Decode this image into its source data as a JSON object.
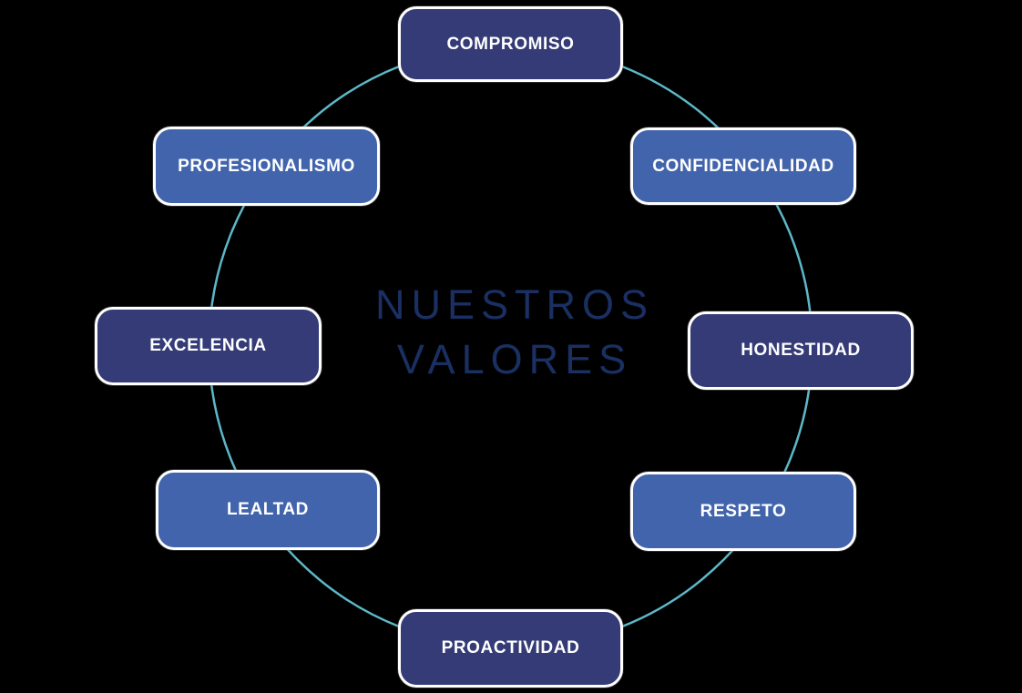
{
  "diagram": {
    "title": {
      "line1": "NUESTROS",
      "line2": "VALORES"
    },
    "values": [
      {
        "label": "COMPROMISO",
        "variant": "dark"
      },
      {
        "label": "CONFIDENCIALIDAD",
        "variant": "light"
      },
      {
        "label": "HONESTIDAD",
        "variant": "dark"
      },
      {
        "label": "RESPETO",
        "variant": "light"
      },
      {
        "label": "PROACTIVIDAD",
        "variant": "dark"
      },
      {
        "label": "LEALTAD",
        "variant": "light"
      },
      {
        "label": "EXCELENCIA",
        "variant": "dark"
      },
      {
        "label": "PROFESIONALISMO",
        "variant": "light"
      }
    ],
    "colors": {
      "background": "#000000",
      "box_dark": "#343B76",
      "box_light": "#4264AC",
      "box_border": "#FFFFFF",
      "box_text": "#FFFFFF",
      "circle": "#5CB8C8",
      "title_text": "#1A2F62"
    }
  }
}
